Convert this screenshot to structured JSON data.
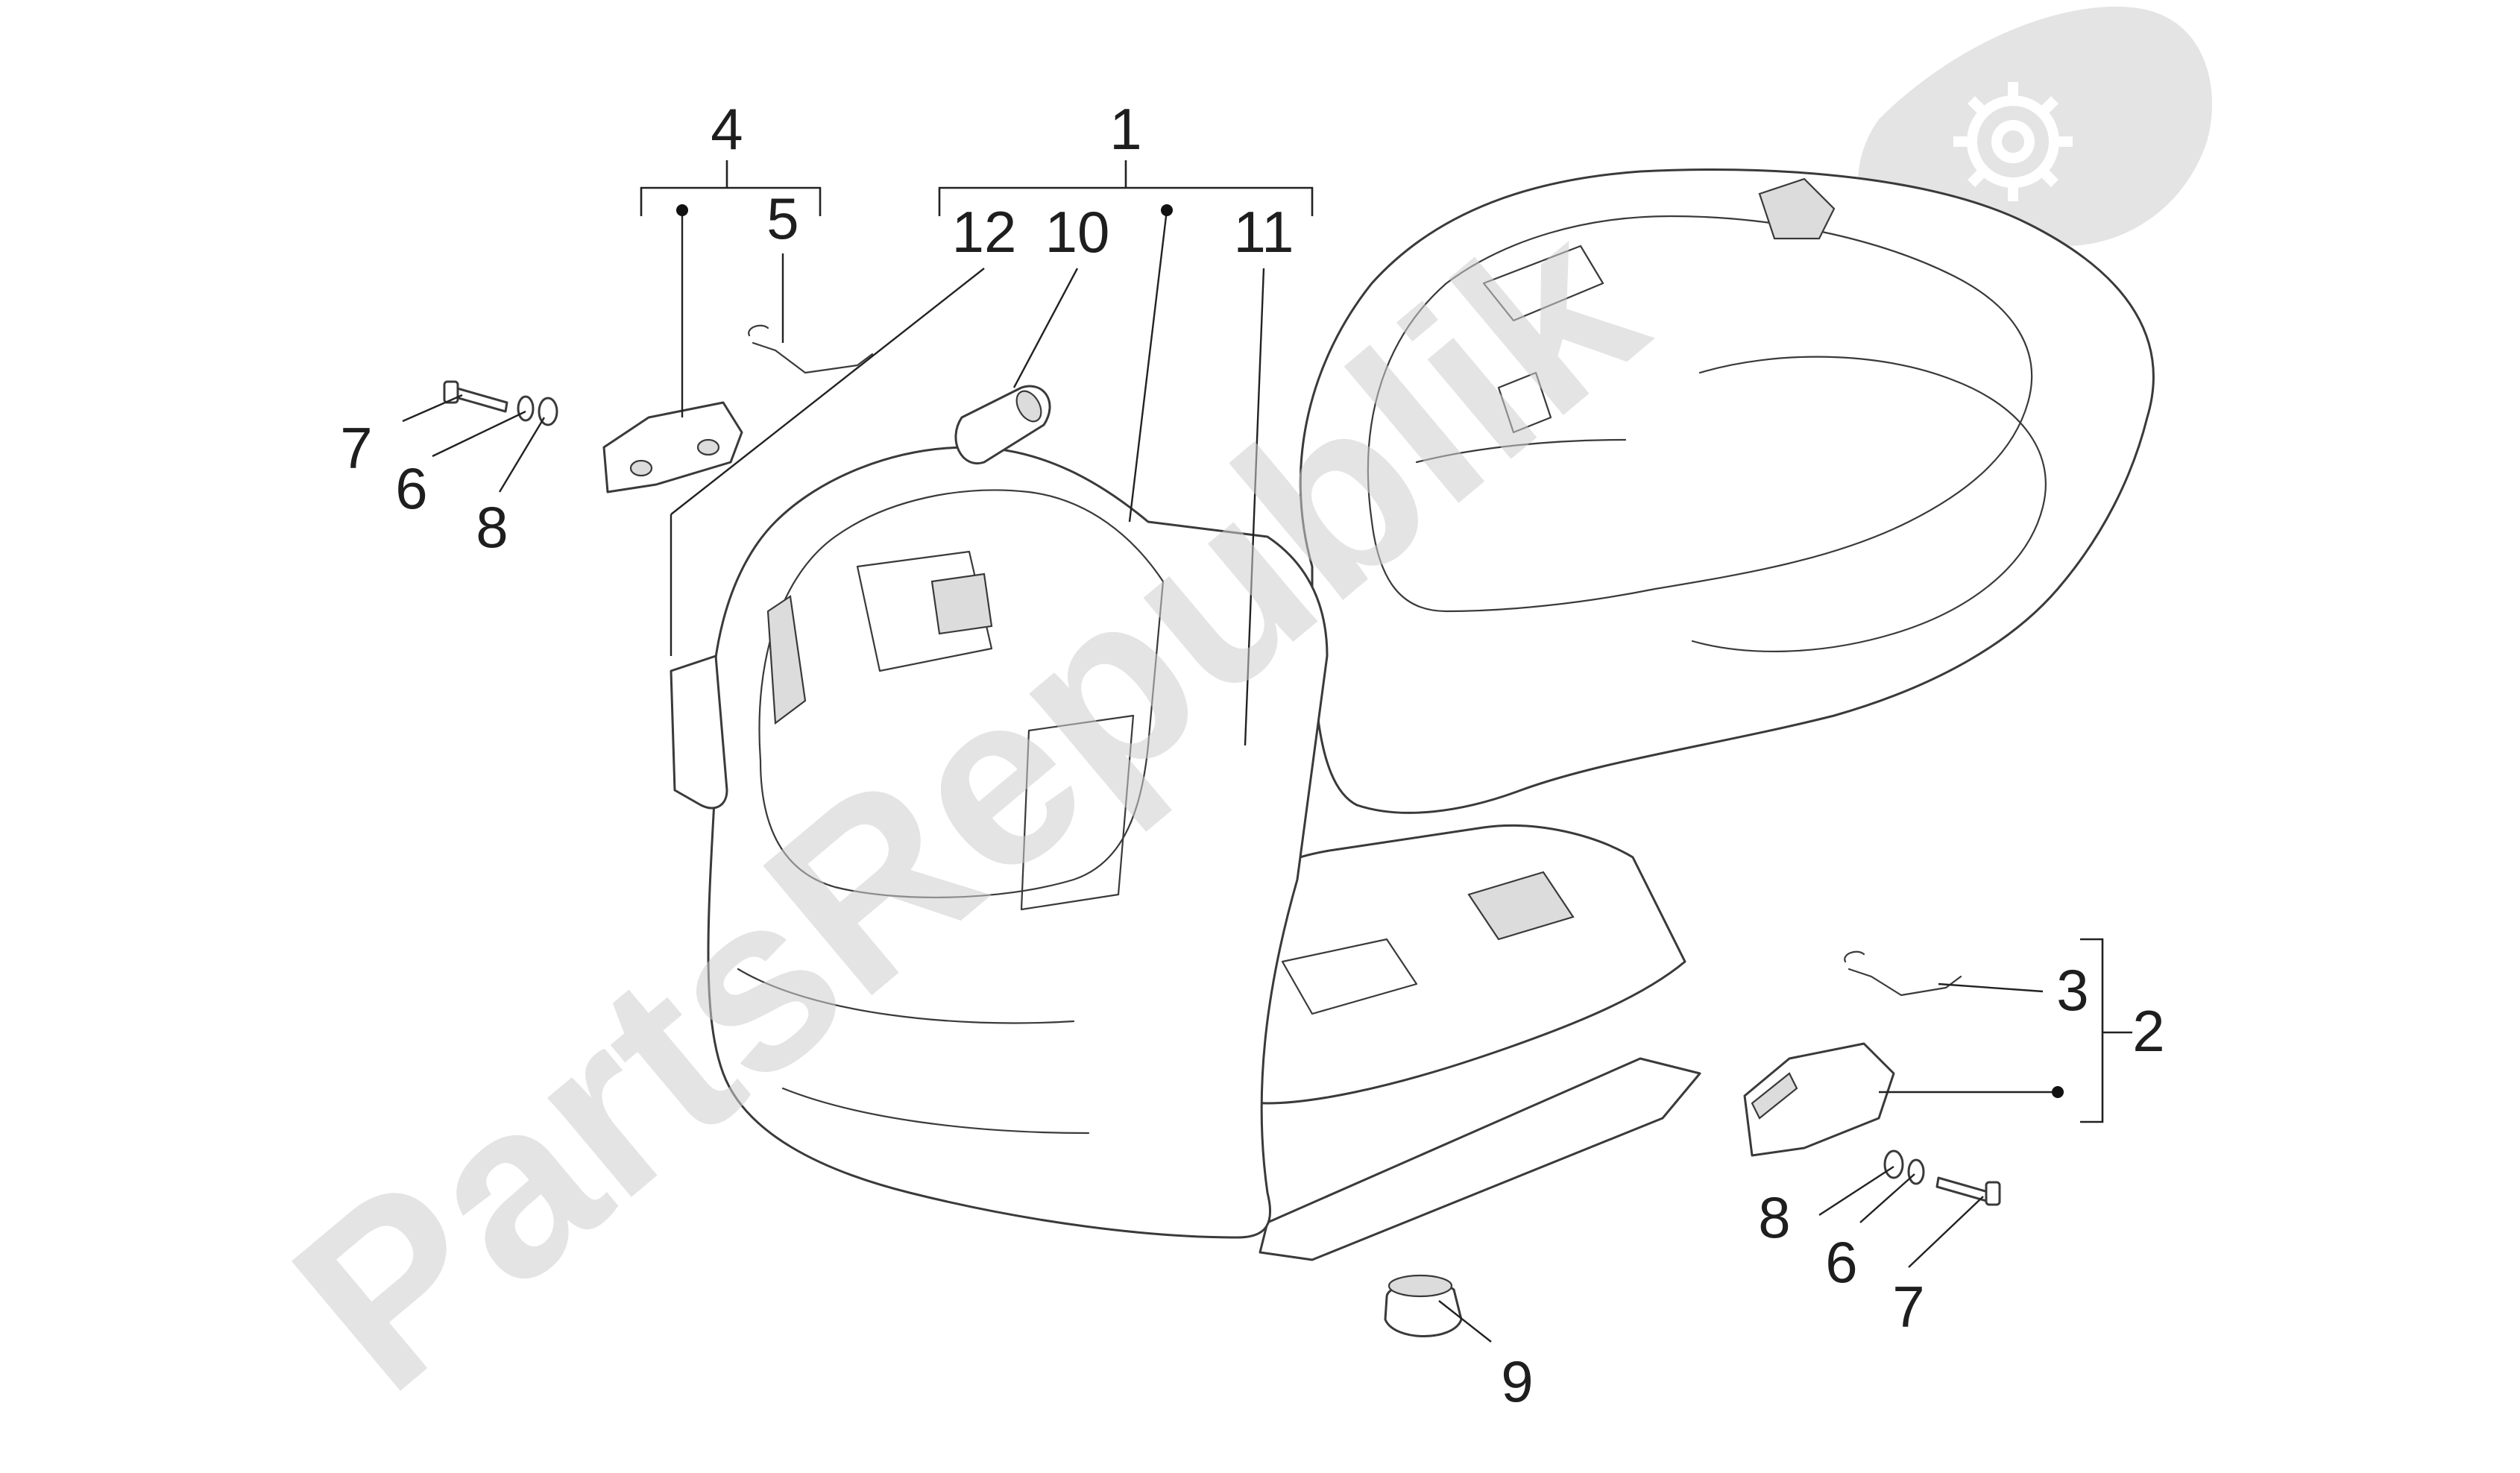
{
  "callouts": {
    "c1": "1",
    "c2": "2",
    "c3": "3",
    "c4": "4",
    "c5": "5",
    "c6_left": "6",
    "c6_right": "6",
    "c7_left": "7",
    "c7_right": "7",
    "c8_left": "8",
    "c8_right": "8",
    "c9": "9",
    "c10": "10",
    "c11": "11",
    "c12": "12"
  },
  "watermark": {
    "text": "PartsRepublik",
    "badge_icon": "gear-icon"
  },
  "colors": {
    "line": "#3a3a3a",
    "watermark": "#cfcfcf",
    "background": "#ffffff"
  }
}
